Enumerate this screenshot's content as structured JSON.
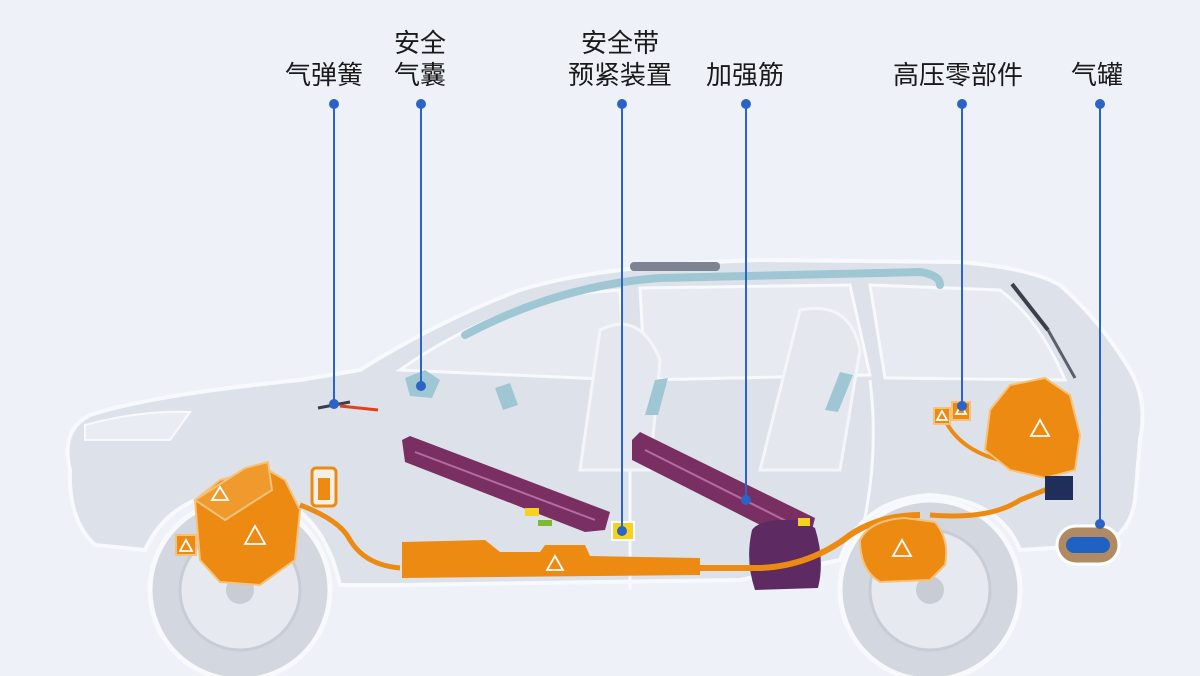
{
  "labels": {
    "gas_spring": "气弹簧",
    "airbag_line1": "安全",
    "airbag_line2": "气囊",
    "pretensioner_line1": "安全带",
    "pretensioner_line2": "预紧装置",
    "reinforcement": "加强筋",
    "high_voltage": "高压零部件",
    "gas_tank": "气罐"
  },
  "colors": {
    "background": "#eef2f8",
    "car_body": "#dde2ea",
    "car_outline": "#f7f9fc",
    "high_voltage": "#ec8a12",
    "reinforcement": "#7a2f63",
    "airbag": "#9fc7d3",
    "pretensioner": "#f4d21e",
    "callout_line": "#2b63c6",
    "gas_tank_shell": "#b08a62",
    "gas_tank_core": "#1f62c4"
  }
}
